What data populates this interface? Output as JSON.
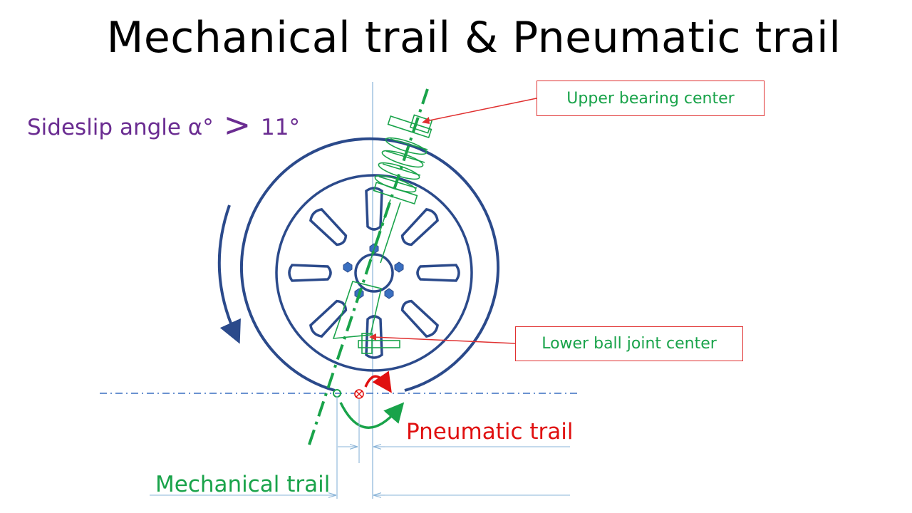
{
  "title": "Mechanical trail & Pneumatic trail",
  "sideslip": {
    "prefix": "Sideslip angle α°",
    "operator": ">",
    "value": "11°"
  },
  "labels": {
    "upper_bearing": "Upper bearing center",
    "lower_ball_joint": "Lower ball joint center",
    "pneumatic_trail": "Pneumatic trail",
    "mechanical_trail": "Mechanical trail"
  },
  "colors": {
    "wheel": "#2b4a8b",
    "strut": "#19a34a",
    "pneumatic": "#e01010",
    "box_border": "#e03030",
    "sideslip": "#6a2c91",
    "ground_line": "#3a6fc0",
    "dimension": "#8ab4d8"
  }
}
